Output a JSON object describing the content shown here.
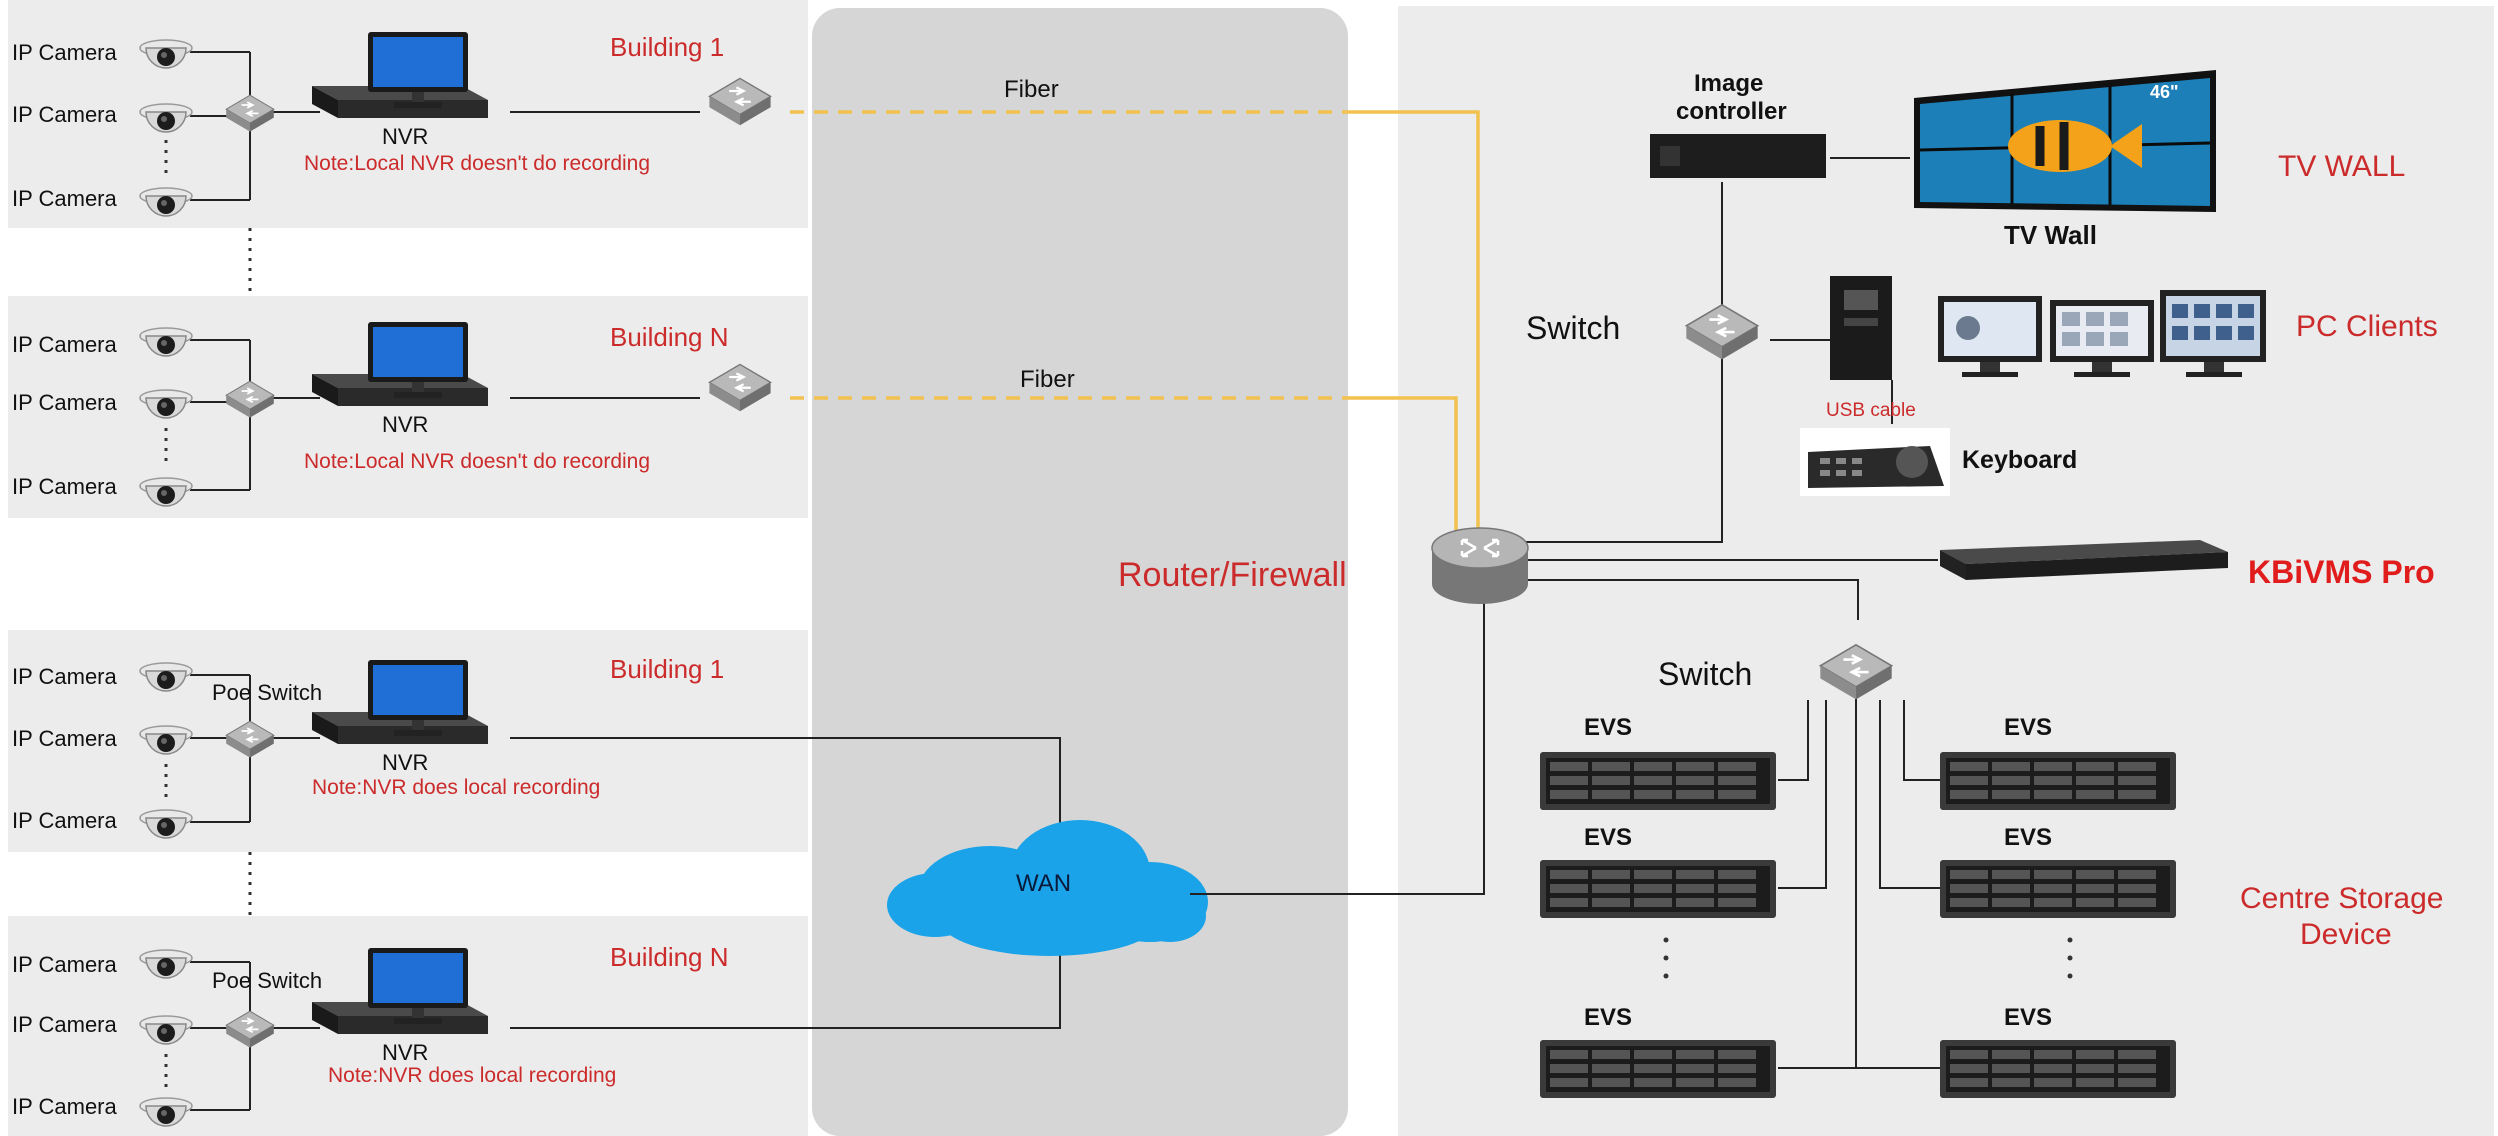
{
  "colors": {
    "panel_bg": "#ececec",
    "center_bg": "#d6d6d6",
    "accent_red": "#cc2b2b",
    "fiber": "#f2c14e",
    "wan_cloud": "#1aa3e8"
  },
  "labels": {
    "ip_camera": "IP Camera",
    "nvr": "NVR",
    "poe_switch": "Poe Switch",
    "fiber": "Fiber",
    "wan": "WAN",
    "router_firewall": "Router/Firewall",
    "switch": "Switch",
    "image_controller_line1": "Image",
    "image_controller_line2": "controller",
    "tv_wall_caption": "TV Wall",
    "tv_wall_section": "TV WALL",
    "tv_size": "46\"",
    "pc_clients": "PC Clients",
    "usb_cable": "USB cable",
    "keyboard": "Keyboard",
    "kbivms": "KBiVMS Pro",
    "evs": "EVS",
    "centre_storage_line1": "Centre Storage",
    "centre_storage_line2": "Device"
  },
  "buildings": [
    {
      "name": "Building 1",
      "note": "Note:Local NVR doesn't do recording"
    },
    {
      "name": "Building N",
      "note": "Note:Local NVR doesn't do recording"
    },
    {
      "name": "Building 1",
      "note": "Note:NVR does local recording"
    },
    {
      "name": "Building N",
      "note": "Note:NVR does local recording"
    }
  ],
  "icons": [
    "dome-camera-icon",
    "switch-icon",
    "monitor-icon",
    "nvr-icon",
    "router-icon",
    "cloud-icon",
    "server-icon",
    "pc-tower-icon",
    "ptz-keyboard-icon",
    "video-wall-icon"
  ]
}
